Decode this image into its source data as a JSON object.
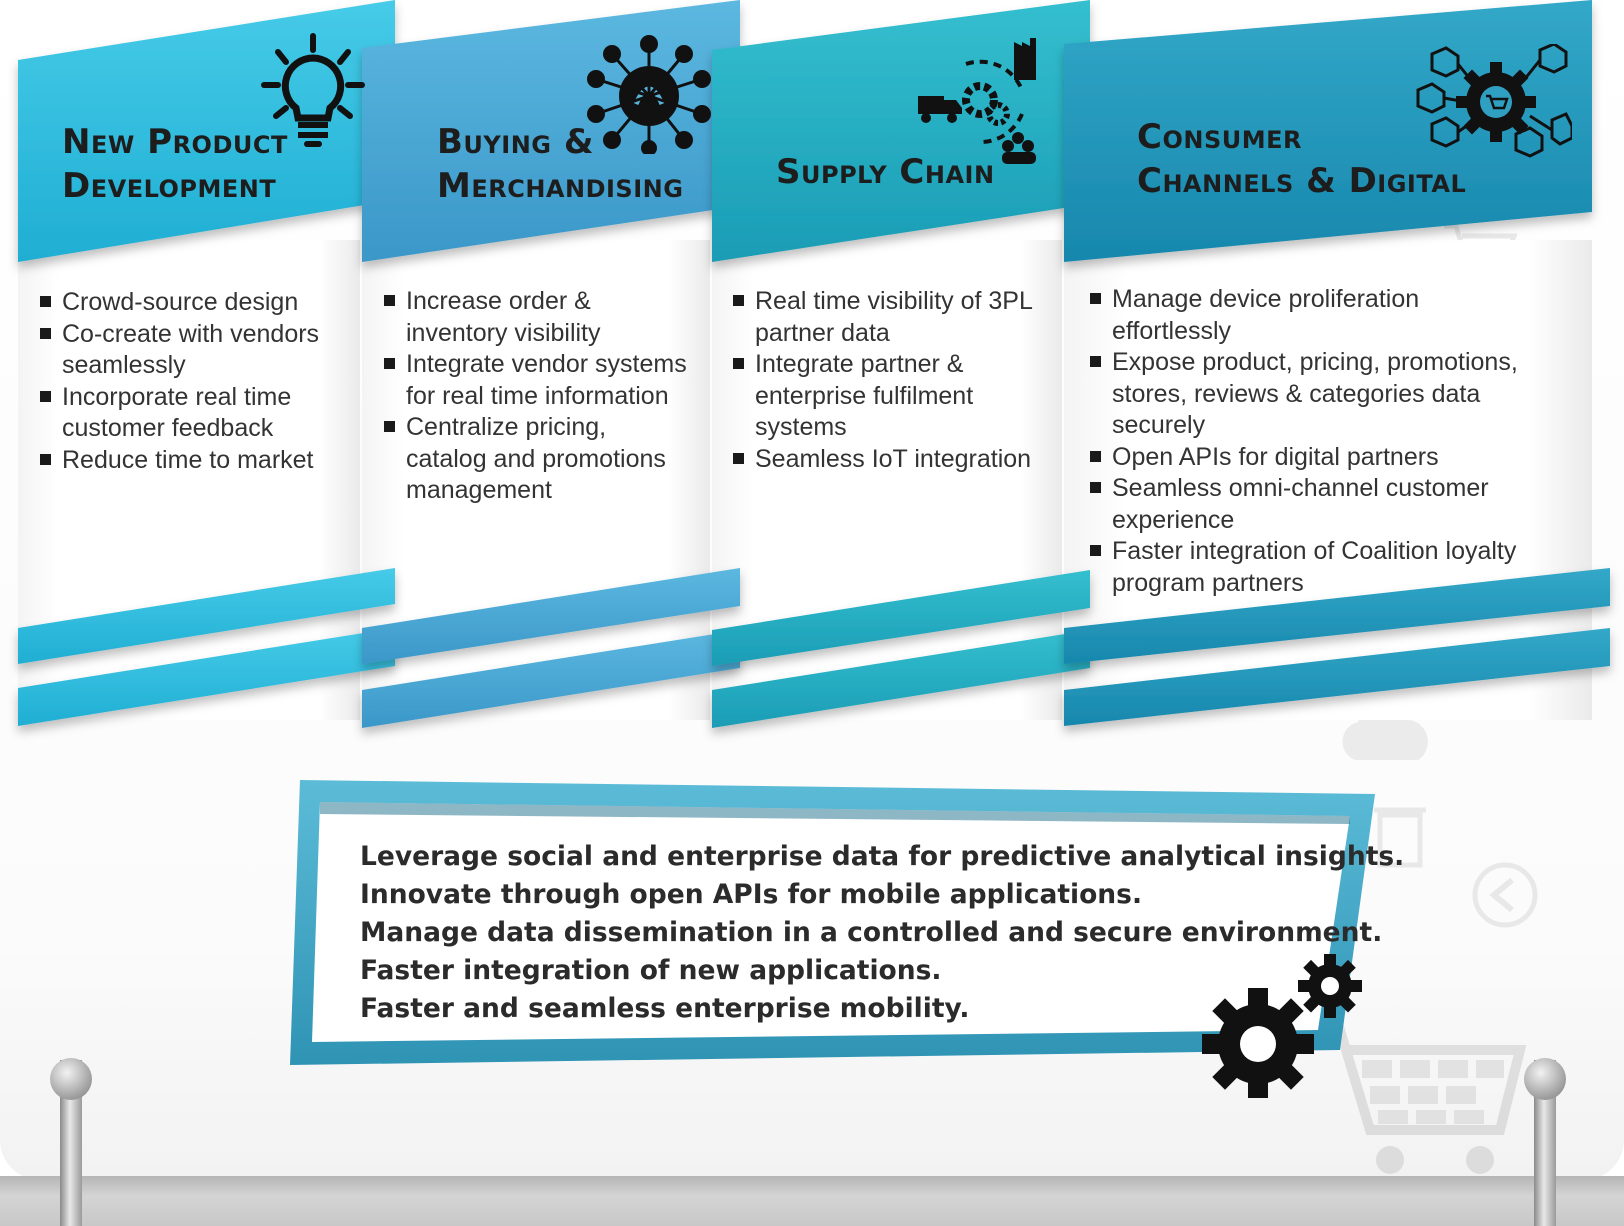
{
  "columns": [
    {
      "title_lines": [
        "New Product",
        "Development"
      ],
      "icon": "lightbulb-icon",
      "color": "#2bb6d8",
      "bullets": [
        "Crowd-source design",
        "Co-create with vendors seamlessly",
        "Incorporate real time customer feedback",
        "Reduce time to market"
      ]
    },
    {
      "title_lines": [
        "Buying &",
        "Merchandising"
      ],
      "icon": "network-hub-icon",
      "color": "#3ea5d2",
      "bullets": [
        "Increase order & inventory visibility",
        "Integrate vendor systems for real time information",
        "Centralize pricing, catalog and promotions management"
      ]
    },
    {
      "title_lines": [
        "Supply Chain"
      ],
      "icon": "supply-chain-icon",
      "color": "#21a8bd",
      "bullets": [
        "Real time visibility of 3PL partner data",
        "Integrate partner & enterprise fulfilment systems",
        "Seamless IoT integration"
      ]
    },
    {
      "title_lines": [
        "Consumer",
        "Channels & Digital"
      ],
      "icon": "digital-channels-gear-icon",
      "color": "#1e96b8",
      "bullets": [
        "Manage device proliferation effortlessly",
        "Expose product, pricing, promotions, stores, reviews & categories data securely",
        "Open APIs for digital partners",
        "Seamless omni-channel customer experience",
        "Faster integration of Coalition loyalty program partners"
      ]
    }
  ],
  "banner": {
    "lines": [
      "Leverage social and enterprise data for predictive analytical insights.",
      "Innovate through open APIs for mobile applications.",
      "Manage data dissemination in a controlled and secure environment.",
      "Faster integration of new applications.",
      "Faster and seamless enterprise mobility."
    ],
    "icon": "gears-icon",
    "frame_color": "#3fa6c4"
  }
}
